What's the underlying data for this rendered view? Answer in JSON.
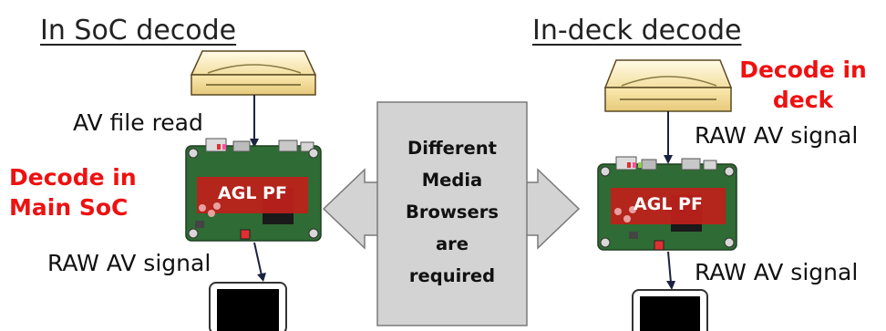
{
  "left": {
    "title": "In SoC decode",
    "file_read_label": "AV file read",
    "decode_label_line1": "Decode in",
    "decode_label_line2": "Main SoC",
    "board_label": "AGL PF",
    "output_label": "RAW AV signal"
  },
  "right": {
    "title": "In-deck decode",
    "decode_label_line1": "Decode in",
    "decode_label_line2": "deck",
    "input_label": "RAW AV signal",
    "board_label": "AGL PF",
    "output_label": "RAW AV signal"
  },
  "center": {
    "lines": [
      "Different",
      "Media",
      "Browsers",
      "are",
      "required"
    ]
  },
  "colors": {
    "accent_red": "#ee1111",
    "board_green": "#2f6b34",
    "drive_cream": "#fdf2c4",
    "center_box": "#d3d3d3"
  }
}
